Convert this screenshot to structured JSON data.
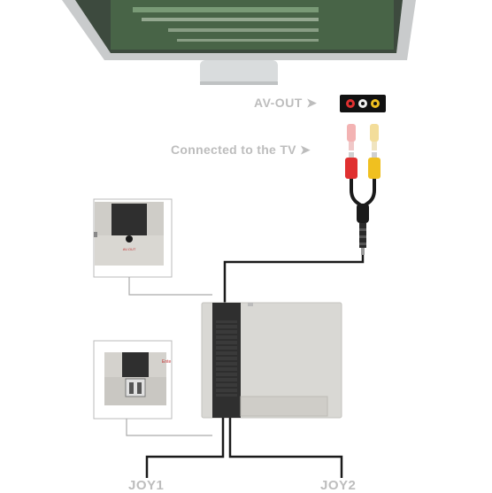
{
  "labels": {
    "av_out": "AV-OUT ➤",
    "connected_tv": "Connected to  the TV ➤",
    "joy1": "JOY1",
    "joy2": "JOY2"
  },
  "colors": {
    "console_body": "#d9d8d4",
    "console_dark": "#2f2f2f",
    "cable": "#1a1a1a",
    "plug_red": "#e03030",
    "plug_yellow": "#f0c020",
    "plug_white": "#e8e8e8",
    "label_gray": "#bdbdbd"
  },
  "icons": [
    "monitor-icon",
    "av-jack-icon",
    "rca-cable-icon",
    "console-icon",
    "usb-port-icon"
  ]
}
